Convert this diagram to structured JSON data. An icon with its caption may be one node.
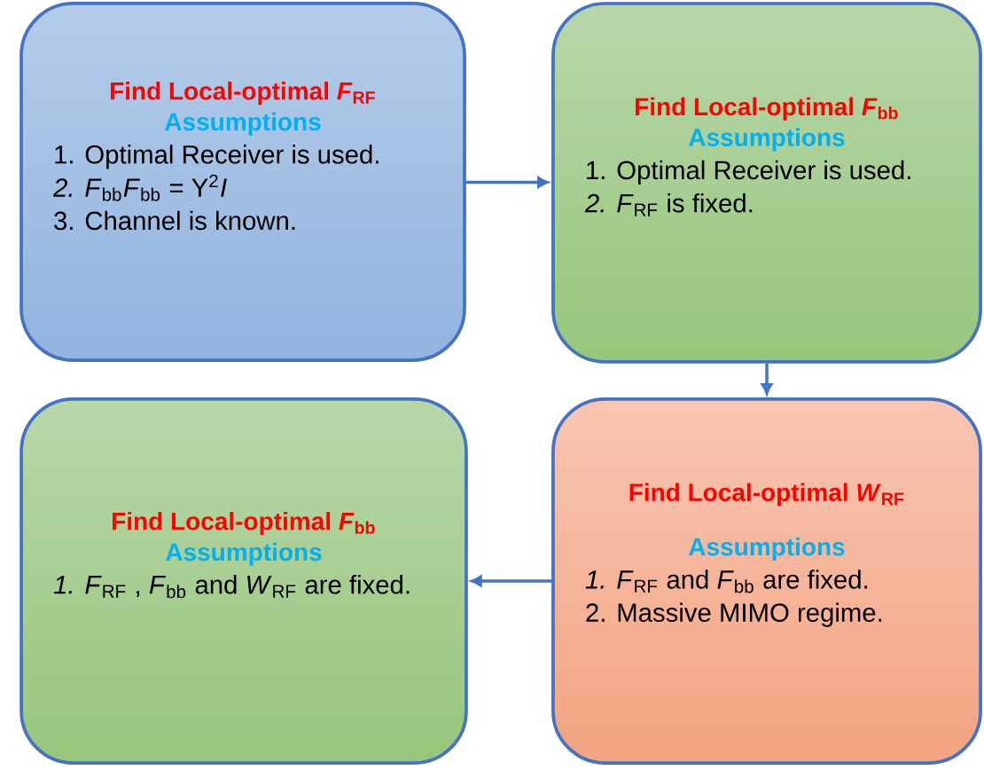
{
  "diagram": {
    "nodes": [
      {
        "text": [
          "Find Local-optimal *F*$_{RF}$",
          "Assumptions",
          "1. Optimal Receiver is used.",
          "*2.* *F*$_{bb}$*F*$_{bb}$ = Υ$^{2}$*I*",
          "3. Channel is known."
        ]
      },
      {
        "text": [
          "Find Local-optimal *F*$_{bb}$",
          "Assumptions",
          "1. Optimal Receiver is used.",
          "*2.* *F*$_{RF}$ is fixed."
        ]
      },
      {
        "text": [
          "Find Local-optimal *W*$_{RF}$",
          "Assumptions",
          "*1.* *F*$_{RF}$ and *F*$_{bb}$ are fixed.",
          "2. Massive MIMO regime."
        ]
      },
      {
        "text": [
          "Find Local-optimal *F*$_{bb}$",
          "Assumptions",
          "*1.* *F*$_{RF}$ , *F*$_{bb}$ and *W*$_{RF}$ are fixed."
        ]
      }
    ],
    "edges": [
      {
        "from": 0,
        "to": 1,
        "arrow": "to"
      },
      {
        "from": 1,
        "to": 2,
        "arrow": "to"
      },
      {
        "from": 2,
        "to": 3,
        "arrow": "to"
      }
    ]
  }
}
